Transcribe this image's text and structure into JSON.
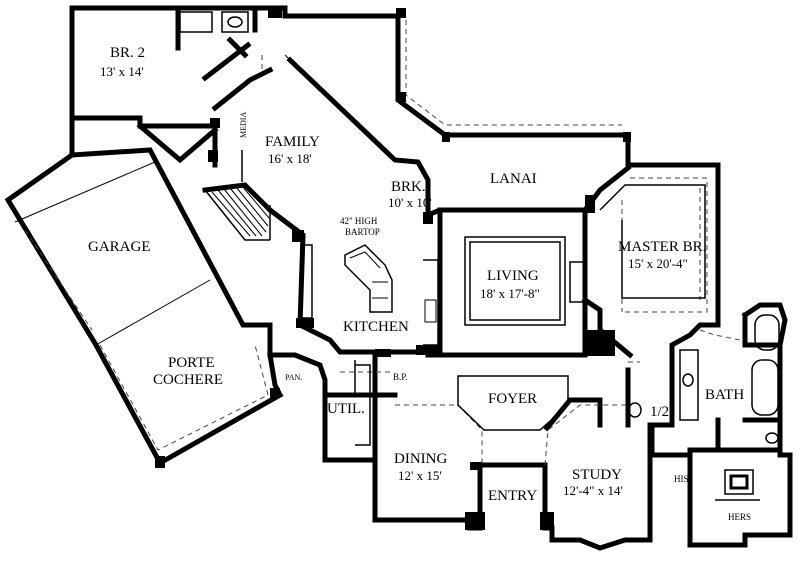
{
  "rooms": {
    "br2": {
      "name": "BR. 2",
      "dims": "13' x 14'"
    },
    "family": {
      "name": "FAMILY",
      "dims": "16' x 18'"
    },
    "brk": {
      "name": "BRK.",
      "dims": "10' x 10'"
    },
    "lanai": {
      "name": "LANAI"
    },
    "garage": {
      "name": "GARAGE"
    },
    "porte": {
      "line1": "PORTE",
      "line2": "COCHERE"
    },
    "living": {
      "name": "LIVING",
      "dims": "18' x 17'-8\""
    },
    "master": {
      "name": "MASTER BR.",
      "dims": "15' x 20'-4\""
    },
    "kitchen": {
      "name": "KITCHEN"
    },
    "bartop": {
      "line1": "42\" HIGH",
      "line2": "BARTOP"
    },
    "media": {
      "name": "MEDIA"
    },
    "pan": {
      "name": "PAN."
    },
    "util": {
      "name": "UTIL."
    },
    "bp": {
      "name": "B.P."
    },
    "foyer": {
      "name": "FOYER"
    },
    "half_bath": {
      "name": "1/2"
    },
    "bath": {
      "name": "BATH"
    },
    "dining": {
      "name": "DINING",
      "dims": "12' x 15'"
    },
    "entry": {
      "name": "ENTRY"
    },
    "study": {
      "name": "STUDY",
      "dims": "12'-4\" x 14'"
    },
    "his": {
      "name": "HIS"
    },
    "hers": {
      "name": "HERS"
    }
  }
}
